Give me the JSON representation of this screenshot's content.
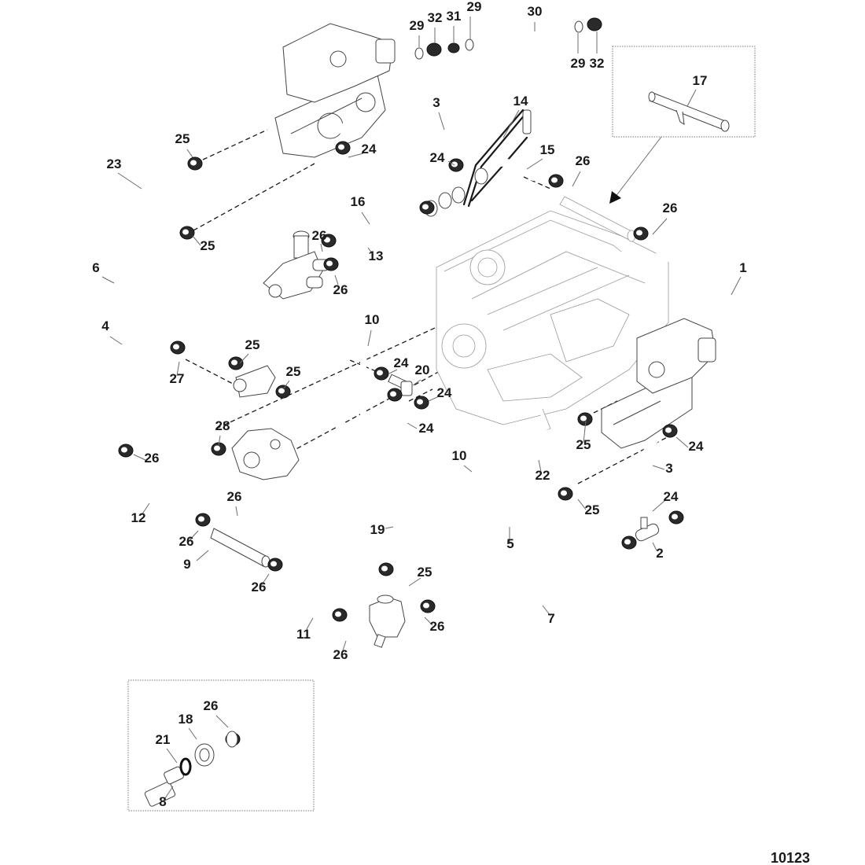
{
  "diagram": {
    "title": "Engine cooling hose exploded parts diagram",
    "figure_number": "10123",
    "callouts": [
      {
        "id": "c29a",
        "label": "29"
      },
      {
        "id": "c32a",
        "label": "32"
      },
      {
        "id": "c31",
        "label": "31"
      },
      {
        "id": "c29b",
        "label": "29"
      },
      {
        "id": "c30",
        "label": "30"
      },
      {
        "id": "c29c",
        "label": "29"
      },
      {
        "id": "c32b",
        "label": "32"
      },
      {
        "id": "c17",
        "label": "17"
      },
      {
        "id": "c3a",
        "label": "3"
      },
      {
        "id": "c14",
        "label": "14"
      },
      {
        "id": "c15",
        "label": "15"
      },
      {
        "id": "c24a",
        "label": "24"
      },
      {
        "id": "c24b",
        "label": "24"
      },
      {
        "id": "c26a",
        "label": "26"
      },
      {
        "id": "c26b",
        "label": "26"
      },
      {
        "id": "c25a",
        "label": "25"
      },
      {
        "id": "c23",
        "label": "23"
      },
      {
        "id": "c16",
        "label": "16"
      },
      {
        "id": "c13",
        "label": "13"
      },
      {
        "id": "c26c",
        "label": "26"
      },
      {
        "id": "c26d",
        "label": "26"
      },
      {
        "id": "c25b",
        "label": "25"
      },
      {
        "id": "c6",
        "label": "6"
      },
      {
        "id": "c1",
        "label": "1"
      },
      {
        "id": "c10a",
        "label": "10"
      },
      {
        "id": "c4",
        "label": "4"
      },
      {
        "id": "c25c",
        "label": "25"
      },
      {
        "id": "c27",
        "label": "27"
      },
      {
        "id": "c25d",
        "label": "25"
      },
      {
        "id": "c24c",
        "label": "24"
      },
      {
        "id": "c20",
        "label": "20"
      },
      {
        "id": "c24d",
        "label": "24"
      },
      {
        "id": "c24e",
        "label": "24"
      },
      {
        "id": "c28",
        "label": "28"
      },
      {
        "id": "c26e",
        "label": "26"
      },
      {
        "id": "c25e",
        "label": "25"
      },
      {
        "id": "c24f",
        "label": "24"
      },
      {
        "id": "c10b",
        "label": "10"
      },
      {
        "id": "c22",
        "label": "22"
      },
      {
        "id": "c3b",
        "label": "3"
      },
      {
        "id": "c12",
        "label": "12"
      },
      {
        "id": "c26f",
        "label": "26"
      },
      {
        "id": "c25f",
        "label": "25"
      },
      {
        "id": "c24g",
        "label": "24"
      },
      {
        "id": "c19",
        "label": "19"
      },
      {
        "id": "c5",
        "label": "5"
      },
      {
        "id": "c26g",
        "label": "26"
      },
      {
        "id": "c9",
        "label": "9"
      },
      {
        "id": "c2",
        "label": "2"
      },
      {
        "id": "c26h",
        "label": "26"
      },
      {
        "id": "c25g",
        "label": "25"
      },
      {
        "id": "c11",
        "label": "11"
      },
      {
        "id": "c7",
        "label": "7"
      },
      {
        "id": "c26i",
        "label": "26"
      },
      {
        "id": "c26j",
        "label": "26"
      },
      {
        "id": "c26k",
        "label": "26"
      },
      {
        "id": "c18",
        "label": "18"
      },
      {
        "id": "c21",
        "label": "21"
      },
      {
        "id": "c8",
        "label": "8"
      }
    ]
  }
}
